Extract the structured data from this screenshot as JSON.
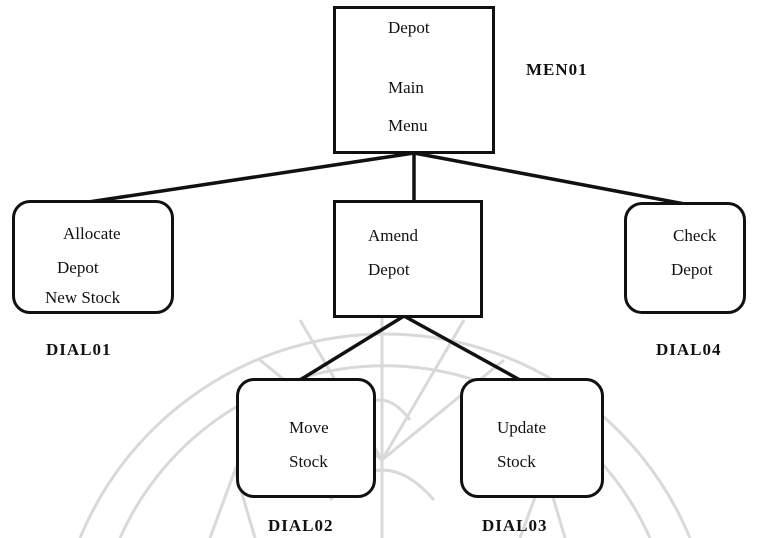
{
  "watermark": {
    "color": "#d8d8d8"
  },
  "nodes": {
    "main_menu": {
      "lines": [
        "Depot",
        "Main",
        "Menu"
      ],
      "code": "MEN01"
    },
    "allocate": {
      "lines": [
        "Allocate",
        "Depot",
        "New Stock"
      ],
      "code": "DIAL01"
    },
    "amend": {
      "lines": [
        "Amend",
        "Depot"
      ],
      "code": ""
    },
    "check": {
      "lines": [
        "Check",
        "Depot"
      ],
      "code": "DIAL04"
    },
    "move": {
      "lines": [
        "Move",
        "Stock"
      ],
      "code": "DIAL02"
    },
    "update": {
      "lines": [
        "Update",
        "Stock"
      ],
      "code": "DIAL03"
    }
  }
}
